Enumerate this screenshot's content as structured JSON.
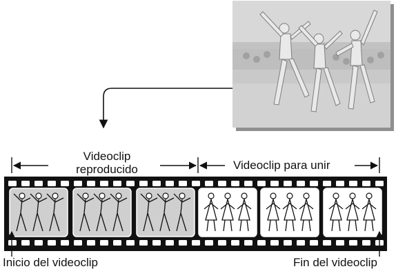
{
  "labels": {
    "played_clip_line1": "Videoclip",
    "played_clip_line2": "reproducido",
    "join_clip": "Videoclip para unir",
    "clip_start": "Inicio del videoclip",
    "clip_end": "Fin del videoclip"
  },
  "filmstrip": {
    "played_frames_fill": "#cfcfcf",
    "join_frames_fill": "#ffffff",
    "film_color": "#111111"
  }
}
